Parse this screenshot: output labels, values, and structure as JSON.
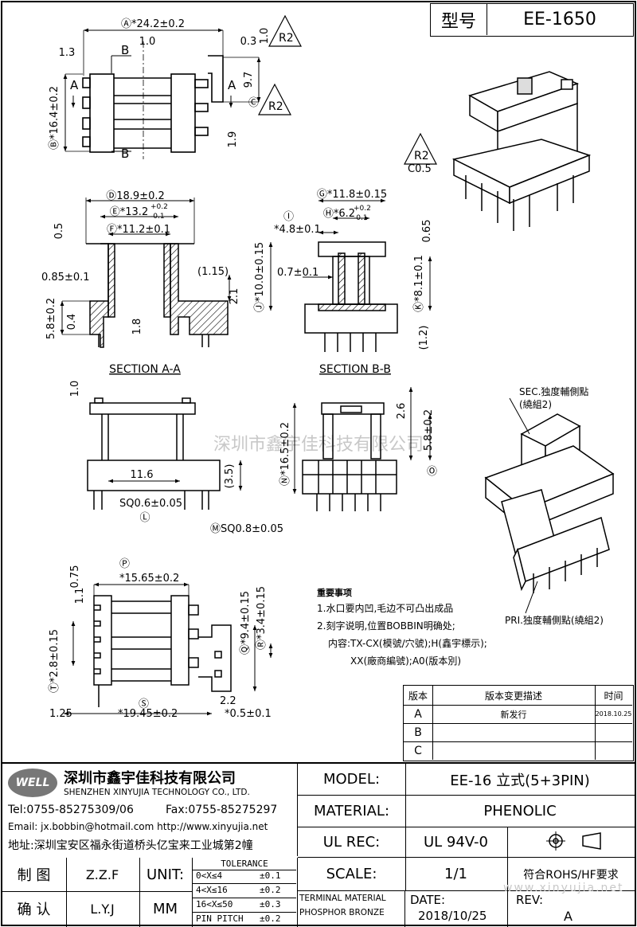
{
  "title_block": {
    "model_label_cn": "型号",
    "model_code": "EE-1650",
    "company_cn": "深圳市鑫宇佳科技有限公司",
    "company_en": "SHENZHEN XINYUJIA TECHNOLOGY CO., LTD.",
    "tel": "Tel:0755-85275309/06",
    "fax": "Fax:0755-85275297",
    "email": "Email: jx.bobbin@hotmail.com http://www.xinyujia.net",
    "address": "地址:深圳宝安区福永街道桥头亿宝来工业城第2幢",
    "logo_text": "WELL",
    "watermark": "深圳市鑫宇佳科技有限公司",
    "watermark_url": "www.xinyujia.net",
    "model_key": "MODEL:",
    "model_value": "EE-16 立式(5+3PIN)",
    "material_key": "MATERIAL:",
    "material_value": "PHENOLIC",
    "ulrec_key": "UL REC:",
    "ulrec_value": "UL 94V-0",
    "scale_key": "SCALE:",
    "scale_value": "1/1",
    "rohs": "符合ROHS/HF要求",
    "terminal_material": "TERMINAL MATERIAL",
    "phosphor_bronze": "PHOSPHOR BRONZE",
    "date_key": "DATE:",
    "date_value": "2018/10/25",
    "rev_key": "REV:",
    "rev_value": "A",
    "draw_label": "制 图",
    "draw_name": "Z.Z.F",
    "check_label": "确 认",
    "check_name": "L.Y.J",
    "unit_key": "UNIT:",
    "unit_value": "MM",
    "tolerance_title": "TOLERANCE",
    "tolerance_rows": [
      {
        "range": "0<X≤4",
        "tol": "±0.1"
      },
      {
        "range": "4<X≤16",
        "tol": "±0.2"
      },
      {
        "range": "16<X≤50",
        "tol": "±0.3"
      },
      {
        "range": "PIN PITCH",
        "tol": "±0.2"
      }
    ]
  },
  "revision_table": {
    "headers": [
      "版本",
      "版本变更描述",
      "时间"
    ],
    "rows": [
      {
        "ver": "A",
        "desc": "新发行",
        "time": "2018.10.25"
      },
      {
        "ver": "B",
        "desc": "",
        "time": ""
      },
      {
        "ver": "C",
        "desc": "",
        "time": ""
      }
    ]
  },
  "notes": {
    "title": "重要事项",
    "line1": "1.水口要内凹,毛边不可凸出成品",
    "line2": "2.刻字说明,位置BOBBIN明确处;",
    "line3": "内容:TX-CX(模號/穴號);H(鑫宇標示);",
    "line4": "XX(廠商編號);A0(版本別)"
  },
  "dims": {
    "A": "Ⓐ*24.2±0.2",
    "d10": "1.0",
    "d03": "0.3",
    "d13": "1.3",
    "d97": "9.7",
    "B_dim": "Ⓑ*16.4±0.2",
    "C": "Ⓒ",
    "d19": "1.9",
    "d10b": "1.0",
    "D": "Ⓓ18.9±0.2",
    "E": "Ⓔ*13.2",
    "E_tol_up": "+0.2",
    "E_tol_dn": "-0.1",
    "F": "Ⓕ*11.2±0.1",
    "d05": "0.5",
    "d085": "0.85±0.1",
    "d115": "(1.15)",
    "d21": "2.1",
    "d58": "5.8±0.2",
    "d04": "0.4",
    "d18": "1.8",
    "G": "Ⓖ*11.8±0.15",
    "H": "Ⓗ*6.2",
    "H_tol_up": "+0.2",
    "H_tol_dn": "-0.1",
    "I": "Ⓘ",
    "d48": "*4.8±0.1",
    "d065": "0.65",
    "J": "Ⓙ*10.0±0.15",
    "d07": "0.7±0.1",
    "K": "Ⓚ*8.1±0.1",
    "d12": "(1.2)",
    "secA": "SECTION A-A",
    "secB": "SECTION B-B",
    "d10c": "1.0",
    "d116": "11.6",
    "d35": "(3.5)",
    "L": "SQ0.6±0.05",
    "Lc": "Ⓛ",
    "M": "ⓂSQ0.8±0.05",
    "N": "Ⓝ*16.5±0.2",
    "d26": "2.6",
    "d58b": "5.8±0.2",
    "O": "Ⓞ",
    "d075": "0.75",
    "P": "*15.65±0.2",
    "Pc": "Ⓟ",
    "d11": "1.1",
    "Q": "Ⓠ*9.4±0.15",
    "R": "Ⓡ*3.4±0.15",
    "T": "Ⓣ*2.8±0.15",
    "d125": "1.25",
    "S": "*19.45±0.2",
    "Sc": "Ⓢ",
    "d22": "2.2",
    "d05b": "*0.5±0.1",
    "R2": "R2",
    "C05": "C0.5",
    "A_lbl": "A",
    "B_lbl": "B",
    "sec_label": "SEC.独度輔側點",
    "sec_sub": "(繞組2)",
    "pri_label": "PRI.独度輔側點(繞組2)"
  }
}
